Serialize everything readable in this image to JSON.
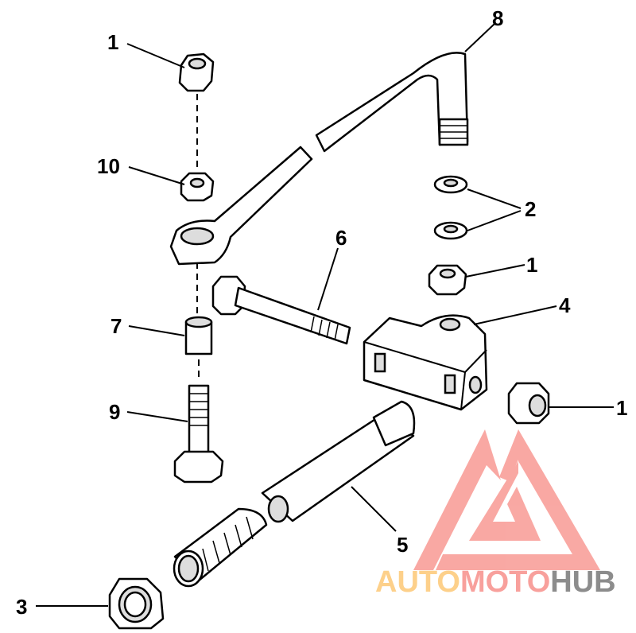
{
  "diagram": {
    "callouts": [
      {
        "id": "nut-top",
        "label": "1"
      },
      {
        "id": "tie-rod",
        "label": "8"
      },
      {
        "id": "washer-upper",
        "label": "10"
      },
      {
        "id": "washers-pair",
        "label": "2"
      },
      {
        "id": "nut-right-upper",
        "label": "1"
      },
      {
        "id": "bolt-long",
        "label": "6"
      },
      {
        "id": "bracket",
        "label": "4"
      },
      {
        "id": "spacer",
        "label": "7"
      },
      {
        "id": "nut-right-lower",
        "label": "1"
      },
      {
        "id": "bolt-short",
        "label": "9"
      },
      {
        "id": "tube",
        "label": "5"
      },
      {
        "id": "jam-nut",
        "label": "3"
      }
    ]
  },
  "watermark": {
    "word_1": "AUTO",
    "word_2": "MOTO",
    "word_3": "HUB",
    "colors": {
      "auto": "#fdd08a",
      "moto": "#f8a09c",
      "hub": "#8c8c8c",
      "logo": "#f9a49f"
    }
  }
}
